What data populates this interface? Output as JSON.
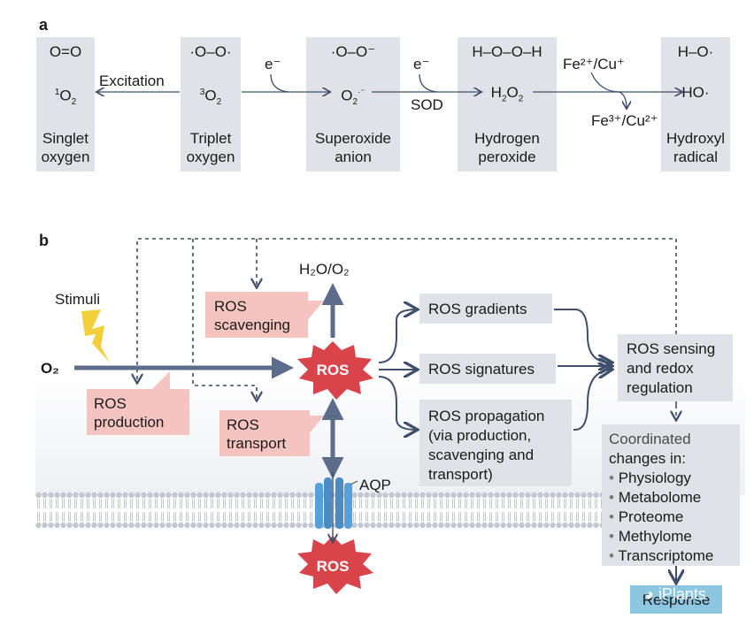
{
  "panel_a": {
    "letter": "a",
    "species": [
      {
        "structure": "O=O",
        "formula_main": "O",
        "formula_pre_sup": "1",
        "formula_sub": "2",
        "name1": "Singlet",
        "name2": "oxygen"
      },
      {
        "structure": "·O–O·",
        "formula_main": "O",
        "formula_pre_sup": "3",
        "formula_sub": "2",
        "name1": "Triplet",
        "name2": "oxygen"
      },
      {
        "structure": "·O–O⁻",
        "formula_main": "O",
        "formula_sub": "2",
        "formula_post_sup": "·⁻",
        "name1": "Superoxide",
        "name2": "anion"
      },
      {
        "structure": "H–O–O–H",
        "formula_main": "H",
        "formula_sub": "2",
        "formula_tail": "O",
        "formula_sub2": "2",
        "name1": "Hydrogen",
        "name2": "peroxide"
      },
      {
        "structure": "H–O·",
        "formula_main": "HO·",
        "name1": "Hydroxyl",
        "name2": "radical"
      }
    ],
    "excitation_label": "Excitation",
    "electron_label_1": "e⁻",
    "electron_label_2": "e⁻",
    "sod_label": "SOD",
    "fe_cu_in": "Fe²⁺/Cu⁺",
    "fe_cu_out": "Fe³⁺/Cu²⁺"
  },
  "panel_b": {
    "letter": "b",
    "stimuli": "Stimuli",
    "o2": "O₂",
    "h2o_o2": "H₂O/O₂",
    "ros": "ROS",
    "ros_bottom": "ROS",
    "aqp": "AQP",
    "ros_scavenging_1": "ROS",
    "ros_scavenging_2": "scavenging",
    "ros_production_1": "ROS",
    "ros_production_2": "production",
    "ros_transport_1": "ROS",
    "ros_transport_2": "transport",
    "ros_gradients": "ROS gradients",
    "ros_signatures": "ROS signatures",
    "ros_propagation": [
      "ROS propagation",
      "(via production,",
      "scavenging and",
      "transport)"
    ],
    "ros_sensing": [
      "ROS sensing",
      "and redox",
      "regulation"
    ],
    "coordinated": [
      "Coordinated",
      "changes in:"
    ],
    "changes": [
      "Physiology",
      "Metabolome",
      "Proteome",
      "Methylome",
      "Transcriptome"
    ],
    "response": "Response",
    "watermark": "iPlants",
    "colors": {
      "grey_box": "#dfe3e8",
      "pink_box": "#f6c4c0",
      "ros_star": "#d9434a",
      "arrow": "#3d4f6b",
      "response_box": "#8dc6e0",
      "membrane": "#c9ced6",
      "aqp_blue": "#5aa0d8"
    }
  }
}
